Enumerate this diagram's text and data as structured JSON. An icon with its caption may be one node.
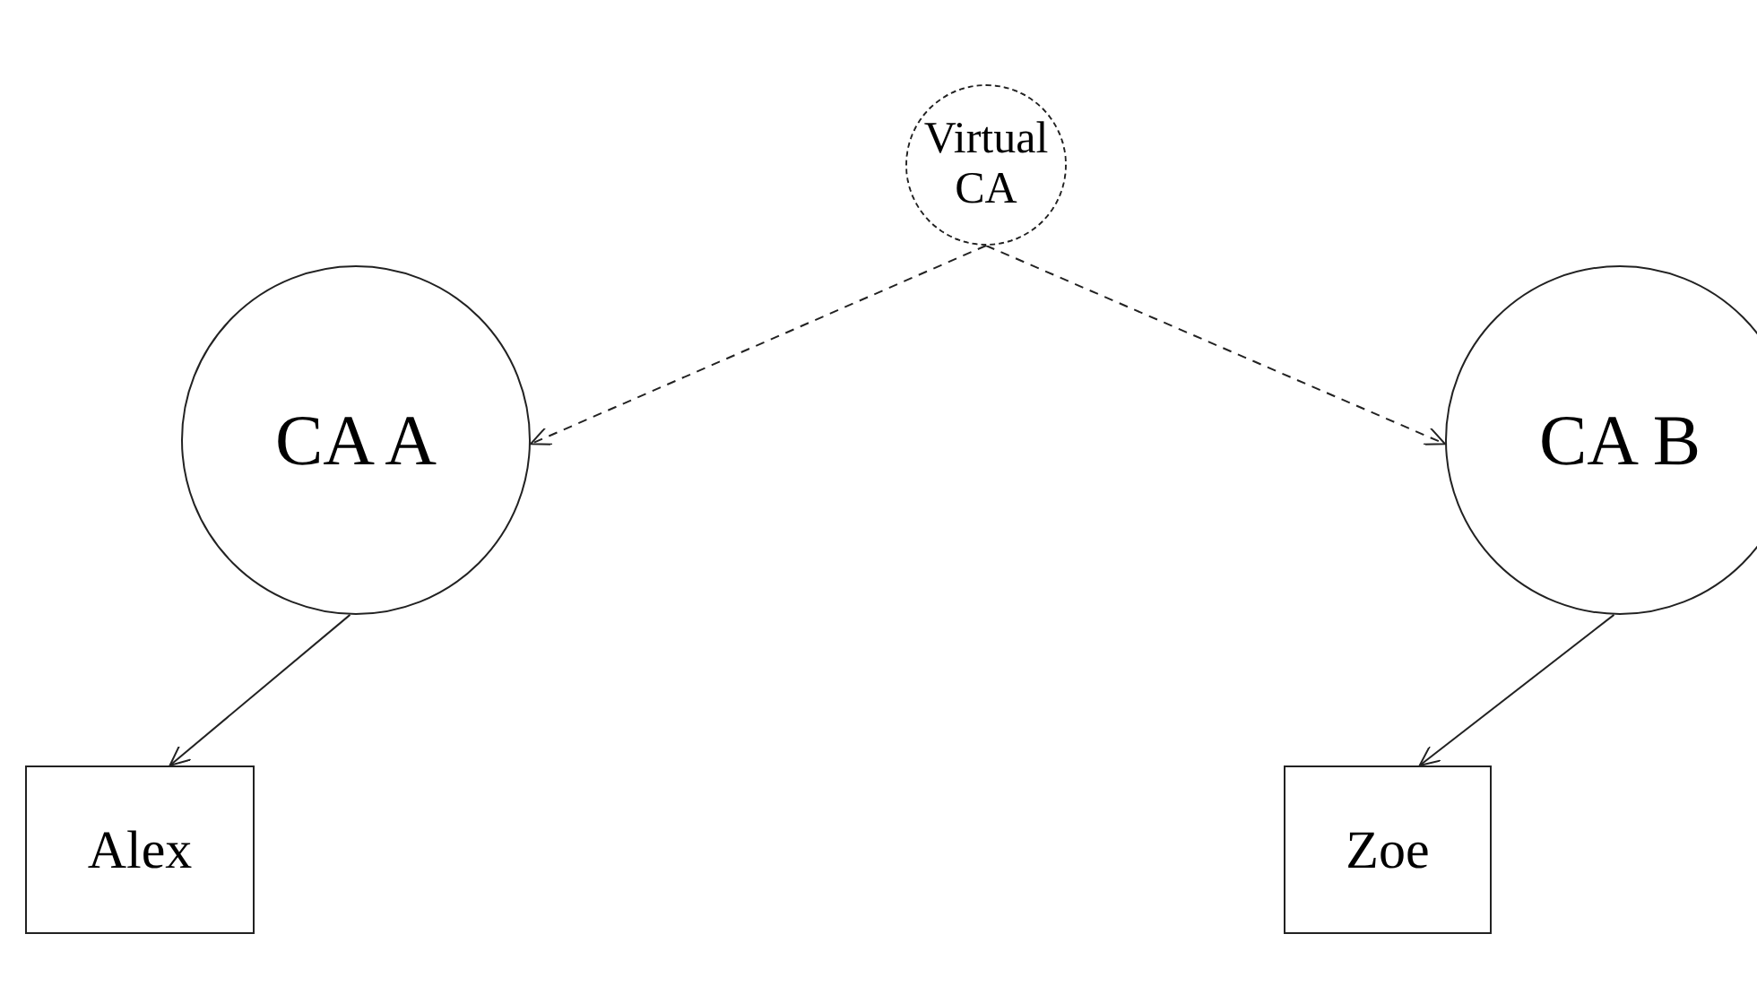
{
  "diagram": {
    "nodes": [
      {
        "text": [
          "Virtual CA"
        ]
      },
      {
        "text": [
          "CA A"
        ]
      },
      {
        "text": [
          "CA B"
        ]
      },
      {
        "text": [
          "Alex"
        ]
      },
      {
        "text": [
          "Zoe"
        ]
      }
    ],
    "edges": [
      {
        "from": 0,
        "to": 1,
        "arrow": "to",
        "style": "dashed"
      },
      {
        "from": 0,
        "to": 2,
        "arrow": "to",
        "style": "dashed"
      },
      {
        "from": 1,
        "to": 3,
        "arrow": "to"
      },
      {
        "from": 2,
        "to": 4,
        "arrow": "to"
      }
    ]
  }
}
